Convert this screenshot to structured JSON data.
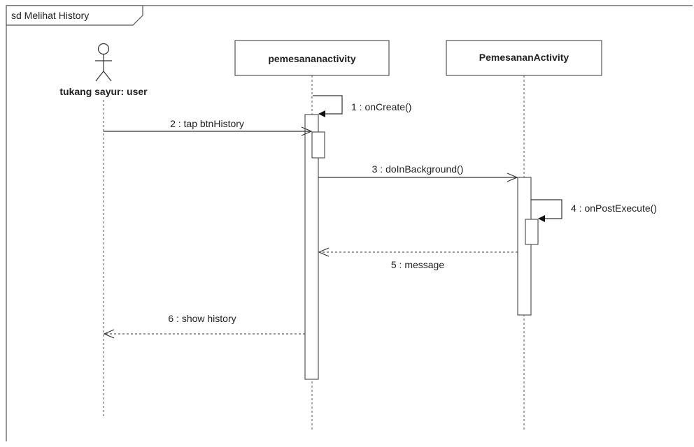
{
  "frame": {
    "title": "sd Melihat History"
  },
  "actor": {
    "label": "tukang sayur: user"
  },
  "lifelines": [
    {
      "label": "pemesananactivity"
    },
    {
      "label": "PemesananActivity"
    }
  ],
  "messages": [
    {
      "label": "1 : onCreate()",
      "kind": "self-sync"
    },
    {
      "label": "2 : tap btnHistory",
      "kind": "sync"
    },
    {
      "label": "3 : doInBackground()",
      "kind": "sync"
    },
    {
      "label": "4 : onPostExecute()",
      "kind": "self-sync"
    },
    {
      "label": "5 : message",
      "kind": "return"
    },
    {
      "label": "6 : show history",
      "kind": "return"
    }
  ],
  "colors": {
    "line": "#444444",
    "box_border": "#555555",
    "box_fill": "#ffffff",
    "background": "#ffffff"
  }
}
